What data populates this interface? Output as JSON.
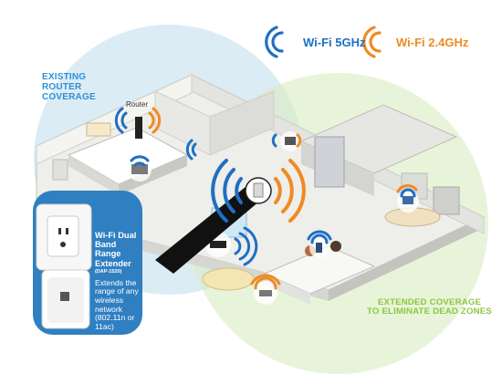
{
  "legend": {
    "wifi_5ghz": {
      "label": "Wi-Fi 5GHz",
      "color": "#1f6fc4"
    },
    "wifi_24ghz": {
      "label": "Wi-Fi 2.4GHz",
      "color": "#f08a24"
    }
  },
  "labels": {
    "existing_coverage": [
      "EXISTING",
      "ROUTER",
      "COVERAGE"
    ],
    "extended_coverage": [
      "EXTENDED COVERAGE",
      "TO ELIMINATE DEAD ZONES"
    ],
    "router": "Router"
  },
  "callout": {
    "title": [
      "Wi-Fi Dual Band",
      "Range Extender"
    ],
    "model": "(DAP-1520)",
    "description": [
      "Extends the",
      "range of any",
      "wireless network",
      "(802.11n or 11ac)"
    ]
  },
  "colors": {
    "existing_coverage": "#cfe6f2",
    "extended_coverage": "#d8ecc0",
    "callout_bg": "#2f7fc1",
    "floor": "#eeeeea",
    "wall": "#d6d6d2"
  },
  "device_icons": [
    "router-icon",
    "range-extender-icon",
    "laptop-icon",
    "tablet-icon",
    "media-player-icon",
    "game-console-icon",
    "smartphone-icon"
  ]
}
